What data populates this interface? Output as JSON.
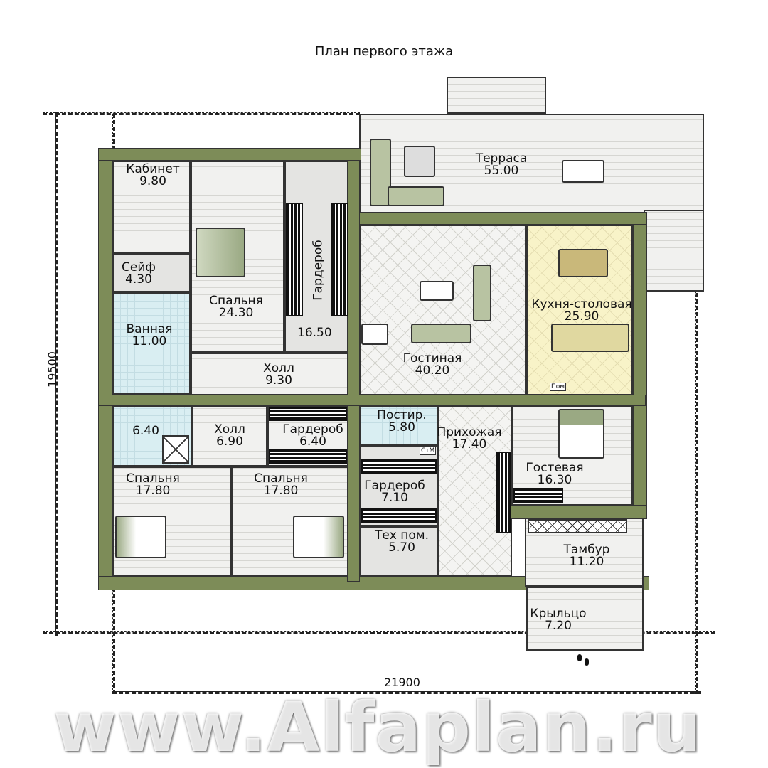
{
  "title": "План первого этажа",
  "dimensions": {
    "height": "19500",
    "width": "21900"
  },
  "watermark": "www.Alfaplan.ru",
  "rooms": {
    "office": {
      "name": "Кабинет",
      "area": "9.80"
    },
    "safe": {
      "name": "Сейф",
      "area": "4.30"
    },
    "bathroom": {
      "name": "Ванная",
      "area": "11.00"
    },
    "bedroom_main": {
      "name": "Спальня",
      "area": "24.30"
    },
    "wardrobe_main": {
      "name": "Гардероб",
      "area": "16.50"
    },
    "hall_1": {
      "name": "Холл",
      "area": "9.30"
    },
    "living": {
      "name": "Гостиная",
      "area": "40.20"
    },
    "kitchen": {
      "name": "Кухня-столовая",
      "area": "25.90"
    },
    "terrace": {
      "name": "Терраса",
      "area": "55.00"
    },
    "wc": {
      "name": "",
      "area": "6.40"
    },
    "hall_2": {
      "name": "Холл",
      "area": "6.90"
    },
    "wardrobe_2": {
      "name": "Гардероб",
      "area": "6.40"
    },
    "bedroom_left": {
      "name": "Спальня",
      "area": "17.80"
    },
    "bedroom_mid": {
      "name": "Спальня",
      "area": "17.80"
    },
    "laundry": {
      "name": "Постир.",
      "area": "5.80"
    },
    "wardrobe_3": {
      "name": "Гардероб",
      "area": "7.10"
    },
    "tech": {
      "name": "Тех пом.",
      "area": "5.70"
    },
    "entry": {
      "name": "Прихожая",
      "area": "17.40"
    },
    "guest": {
      "name": "Гостевая",
      "area": "16.30"
    },
    "vestibule": {
      "name": "Тамбур",
      "area": "11.20"
    },
    "porch": {
      "name": "Крыльцо",
      "area": "7.20"
    }
  },
  "small_labels": {
    "pantry": "Пом",
    "washer": "СтМ"
  },
  "colors": {
    "wall": "#7d8c58",
    "bath": "#d9eef2",
    "kitchen": "#f8f3c8"
  }
}
